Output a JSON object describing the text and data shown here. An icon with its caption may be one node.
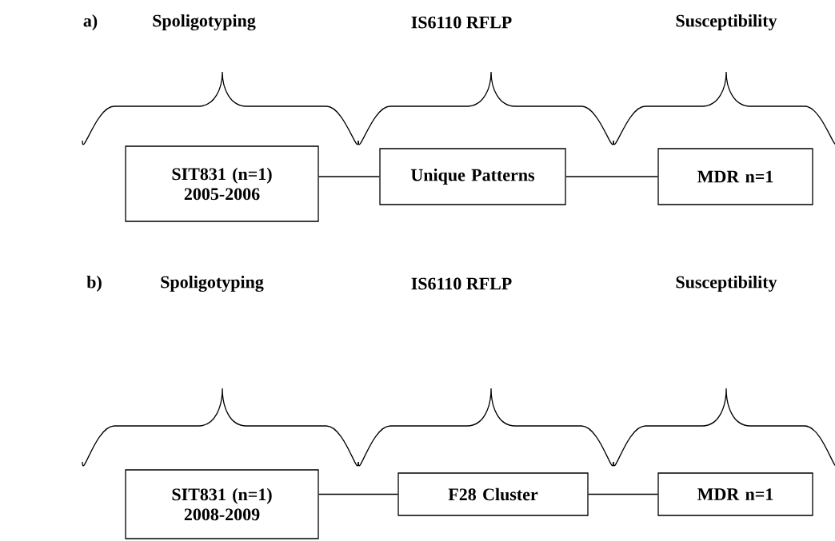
{
  "diagram": {
    "nodes": [
      {
        "text": [
          "SIT831 (n=1) 2005-2006"
        ]
      },
      {
        "text": [
          "Unique Patterns"
        ]
      },
      {
        "text": [
          "MDR n=1"
        ]
      },
      {
        "text": [
          "SIT831 (n=1) 2008-2009"
        ]
      },
      {
        "text": [
          "F28 Cluster"
        ]
      },
      {
        "text": [
          "MDR n=1"
        ]
      }
    ],
    "edges": [
      {
        "from": 0,
        "to": 1,
        "arrow": "none"
      },
      {
        "from": 1,
        "to": 2,
        "arrow": "none"
      },
      {
        "from": 3,
        "to": 4,
        "arrow": "none"
      },
      {
        "from": 4,
        "to": 5,
        "arrow": "none"
      }
    ],
    "labels": [
      "a)",
      "Spoligotyping",
      "IS6110 RFLP",
      "Susceptibility",
      "b)",
      "Spoligotyping",
      "IS6110 RFLP",
      "Susceptibility"
    ]
  }
}
